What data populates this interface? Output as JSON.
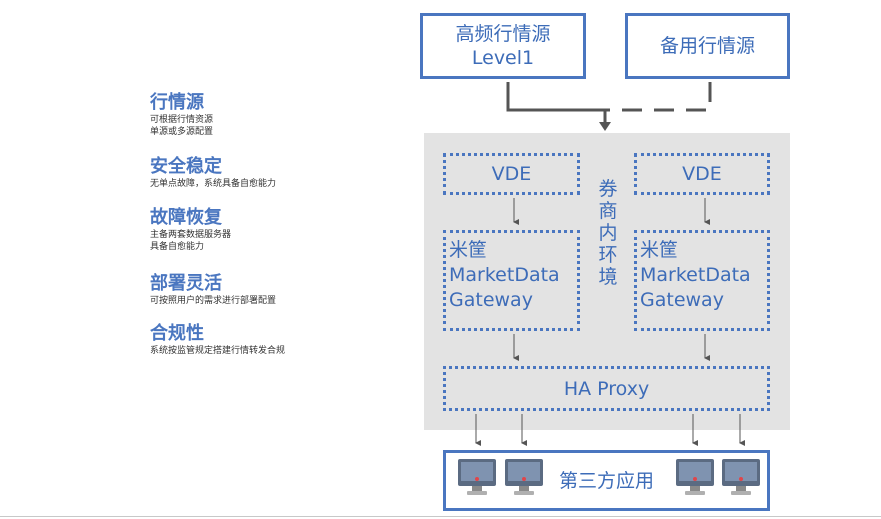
{
  "features": [
    {
      "title": "行情源",
      "desc": [
        "可根据行情资源",
        "单源或多源配置"
      ]
    },
    {
      "title": "安全稳定",
      "desc": [
        "无单点故障，系统具备自愈能力"
      ]
    },
    {
      "title": "故障恢复",
      "desc": [
        "主备两套数据服务器",
        "具备自愈能力"
      ]
    },
    {
      "title": "部署灵活",
      "desc": [
        "可按照用户的需求进行部署配置"
      ]
    },
    {
      "title": "合规性",
      "desc": [
        "系统按监管规定搭建行情转发合规"
      ]
    }
  ],
  "sources": {
    "primary": [
      "高频行情源",
      "Level1"
    ],
    "backup": "备用行情源"
  },
  "broker_env": [
    "券",
    "商",
    "内",
    "环",
    "境"
  ],
  "vde_left": "VDE",
  "vde_right": "VDE",
  "gateway_left": [
    "米筐",
    "MarketData",
    "Gateway"
  ],
  "gateway_right": [
    "米筐",
    "MarketData",
    "Gateway"
  ],
  "ha_proxy": "HA Proxy",
  "third_party": "第三方应用",
  "icons": [
    "monitor-icon",
    "arrow-down-icon"
  ],
  "colors": {
    "accent": "#4a76c0",
    "env_bg": "#e3e3e3",
    "arrow": "#555555"
  }
}
